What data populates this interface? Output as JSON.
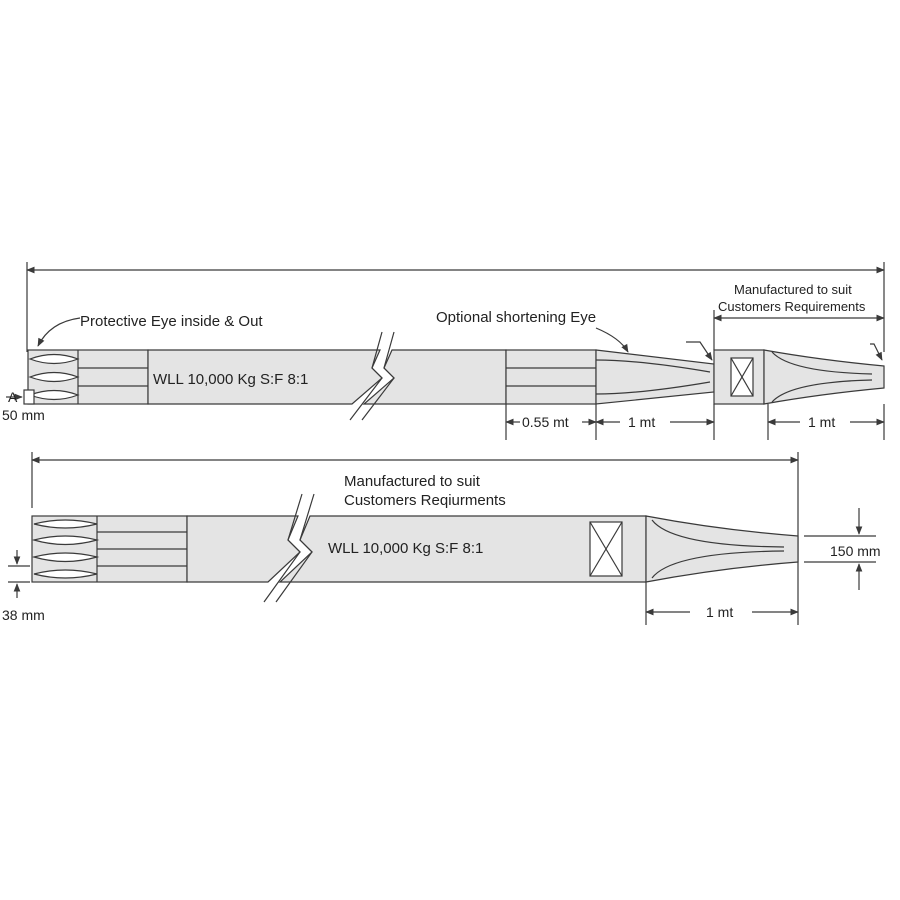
{
  "top_sling": {
    "label_protective_eye": "Protective Eye inside & Out",
    "label_shortening_eye": "Optional shortening Eye",
    "label_manufactured_line1": "Manufactured to suit",
    "label_manufactured_line2": "Customers Requirements",
    "label_wll": "WLL 10,000 Kg S:F 8:1",
    "dim_width_letter": "A",
    "dim_width": "50 mm",
    "dim_segment_1": "0.55 mt",
    "dim_segment_2": "1 mt",
    "dim_segment_3": "1 mt"
  },
  "bottom_sling": {
    "label_manufactured_line1": "Manufactured to suit",
    "label_manufactured_line2": "Customers Reqiurments",
    "label_wll": "WLL 10,000 Kg S:F 8:1",
    "dim_width": "38 mm",
    "dim_eye_width": "150 mm",
    "dim_eye_length": "1 mt"
  }
}
